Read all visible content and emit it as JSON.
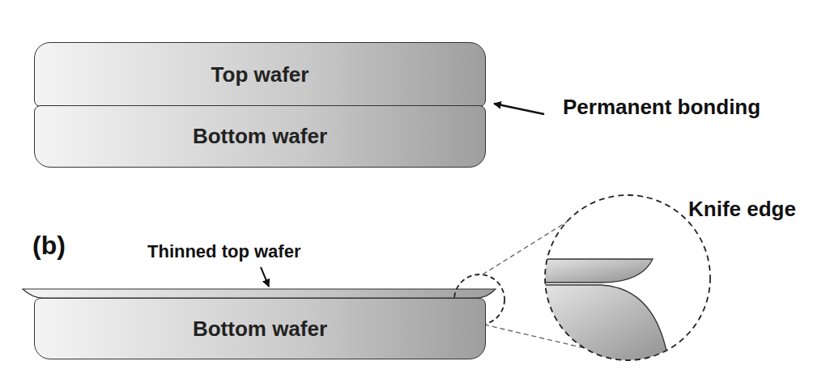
{
  "diagram": {
    "nodes": [
      {
        "text": [
          "Top wafer"
        ]
      },
      {
        "text": [
          "Bottom wafer"
        ]
      },
      {
        "text": [
          "Bottom wafer"
        ]
      }
    ],
    "labels": [
      "Permanent bonding",
      "(b)",
      "Thinned top wafer",
      "Knife edge"
    ]
  }
}
